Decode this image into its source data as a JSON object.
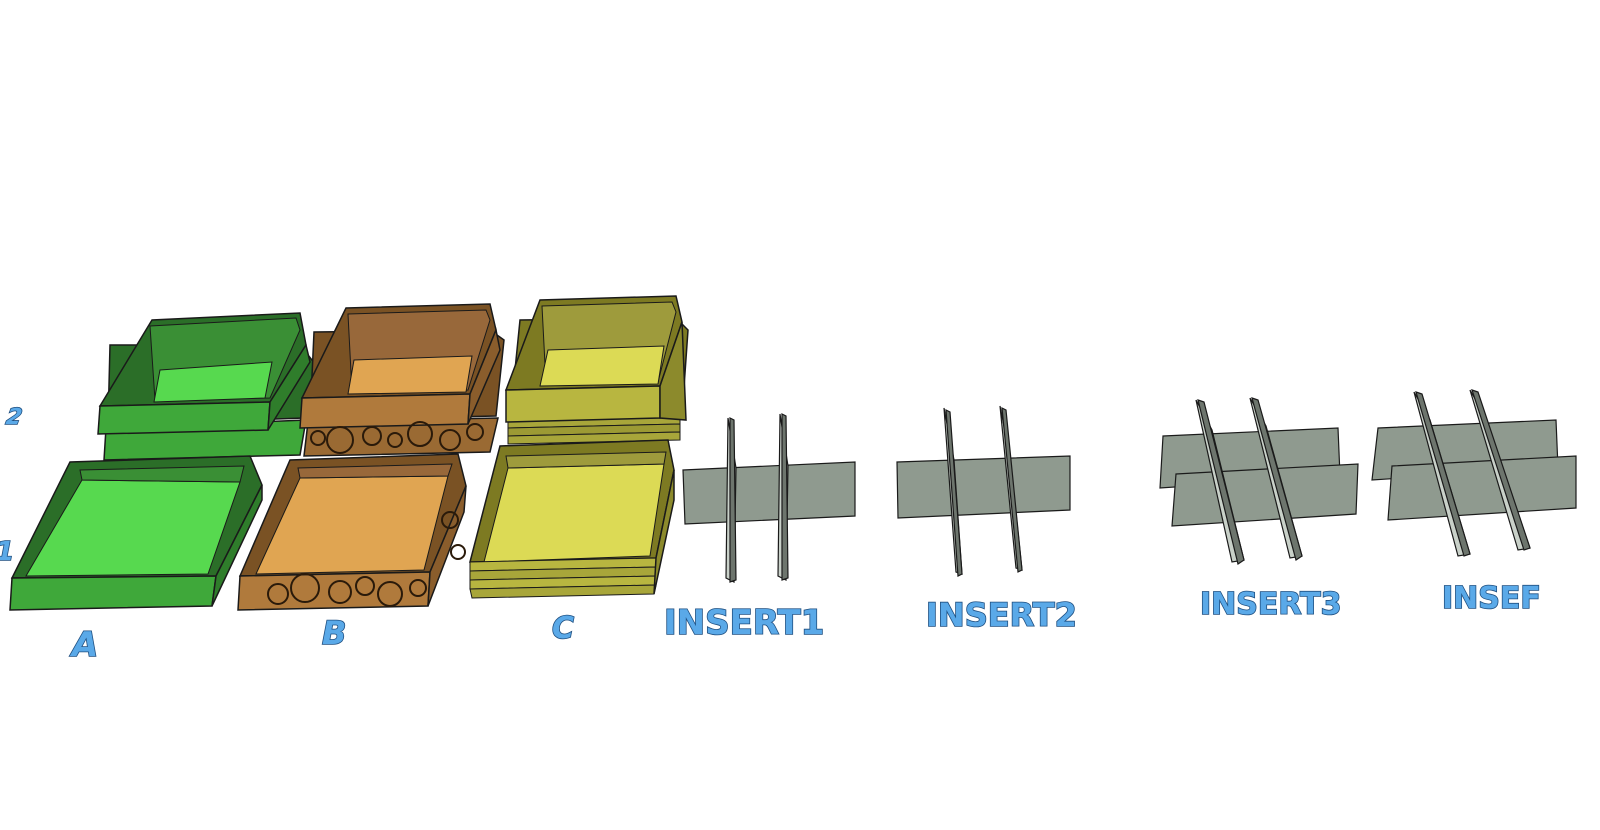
{
  "scene": {
    "background": "#ffffff",
    "label_color": "#5aa9e8",
    "label_outline": "#1f4f80",
    "labels": {
      "row2_marker": "2",
      "row1_marker": "1",
      "a": "A",
      "b": "B",
      "c": "C",
      "insert1": "INSERT1",
      "insert2": "INSERT2",
      "insert3": "INSERT3",
      "insert4_partial": "INSEF"
    },
    "boxes": [
      {
        "id": "A",
        "color": "green",
        "base": "#3c9a38",
        "dark": "#2b6e28",
        "floor": "#57d94f"
      },
      {
        "id": "B",
        "color": "orange",
        "base": "#b07a3c",
        "dark": "#7a5224",
        "floor": "#e0a552"
      },
      {
        "id": "C",
        "color": "yellow",
        "base": "#b8b640",
        "dark": "#7d7a22",
        "floor": "#dcda55"
      }
    ],
    "insert_color": "#8f9a8f",
    "insert_dark": "#6d756d"
  }
}
